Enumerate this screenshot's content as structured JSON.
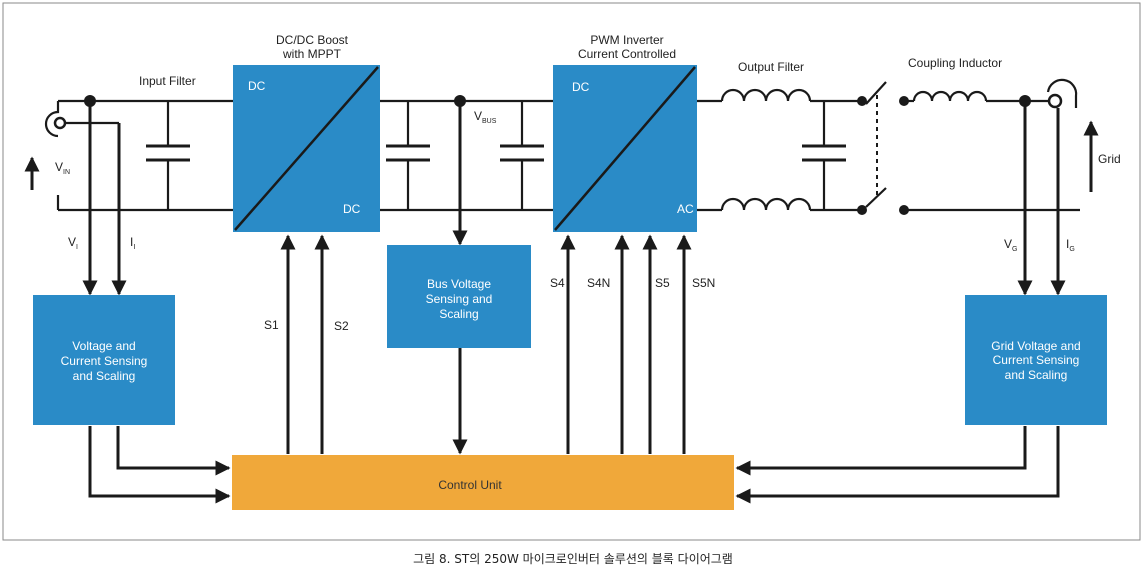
{
  "caption": "그림 8. ST의 250W 마이크로인버터 솔루션의 블록 다이어그램",
  "colors": {
    "block": "#2a8bc7",
    "control": "#f0a83a",
    "wire": "#1a1a1a",
    "frame": "#8a8a8a"
  },
  "labels": {
    "input_filter": "Input Filter",
    "dcdc_title_1": "DC/DC Boost",
    "dcdc_title_2": "with MPPT",
    "inverter_title_1": "PWM Inverter",
    "inverter_title_2": "Current Controlled",
    "output_filter": "Output Filter",
    "coupling_inductor": "Coupling Inductor",
    "grid": "Grid",
    "vin_main": "V",
    "vin_sub": "IN",
    "vbus_main": "V",
    "vbus_sub": "BUS",
    "vi_main": "V",
    "vi_sub": "I",
    "ii_main": "I",
    "ii_sub": "I",
    "vg_main": "V",
    "vg_sub": "G",
    "ig_main": "I",
    "ig_sub": "G",
    "s1": "S1",
    "s2": "S2",
    "s4": "S4",
    "s4n": "S4N",
    "s5": "S5",
    "s5n": "S5N"
  },
  "blocks": {
    "dcdc": {
      "in": "DC",
      "out": "DC"
    },
    "inverter": {
      "in": "DC",
      "out": "AC"
    },
    "bus_sensing": [
      "Bus Voltage",
      "Sensing and",
      "Scaling"
    ],
    "input_sensing": [
      "Voltage and",
      "Current Sensing",
      "and Scaling"
    ],
    "grid_sensing": [
      "Grid Voltage and",
      "Current Sensing",
      "and Scaling"
    ],
    "control_unit": "Control Unit"
  }
}
